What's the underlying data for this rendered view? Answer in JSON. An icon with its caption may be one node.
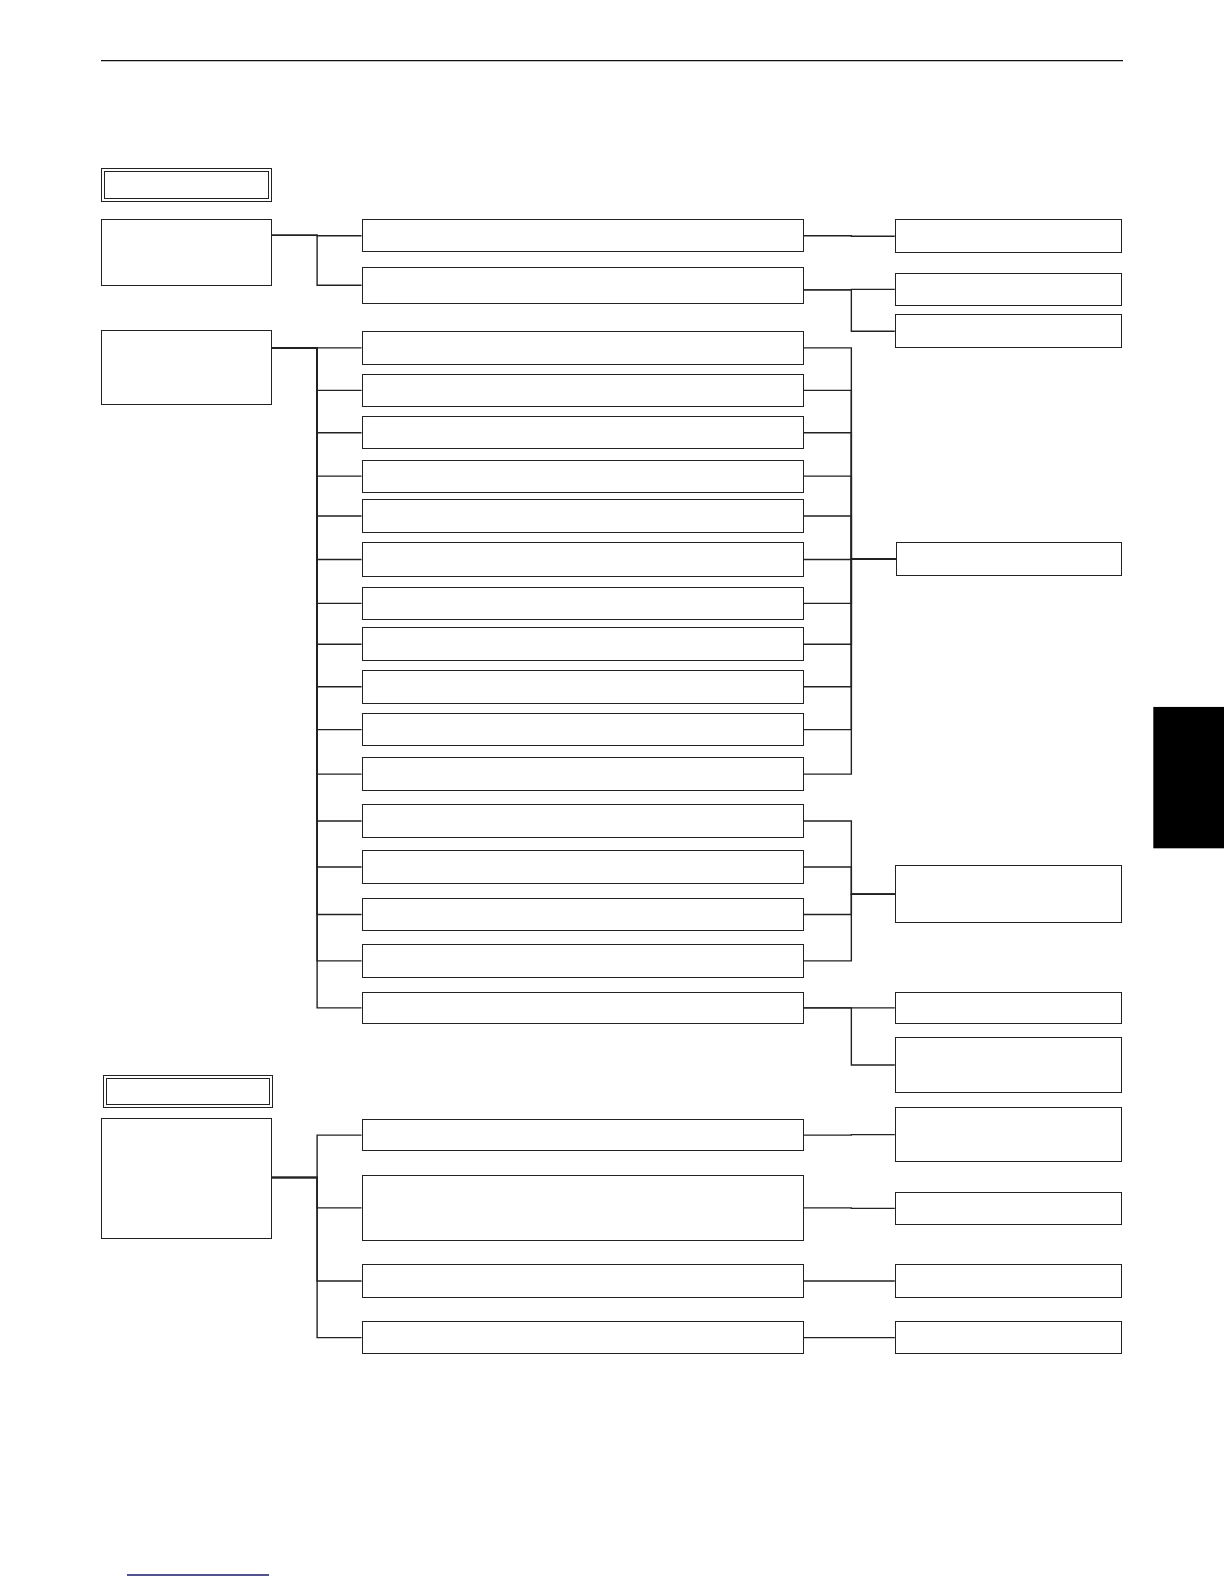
{
  "diagram": {
    "nodes": [
      {
        "text": [],
        "shape": "box"
      },
      {
        "text": [],
        "shape": "box"
      },
      {
        "text": [],
        "shape": "box"
      },
      {
        "text": [],
        "shape": "box"
      },
      {
        "text": [],
        "shape": "box"
      },
      {
        "text": [],
        "shape": "box"
      },
      {
        "text": [],
        "shape": "box"
      },
      {
        "text": [],
        "shape": "box"
      },
      {
        "text": [],
        "shape": "box"
      },
      {
        "text": [],
        "shape": "box"
      },
      {
        "text": [],
        "shape": "box"
      },
      {
        "text": [],
        "shape": "box"
      },
      {
        "text": [],
        "shape": "box"
      },
      {
        "text": [],
        "shape": "box"
      },
      {
        "text": [],
        "shape": "box"
      },
      {
        "text": [],
        "shape": "box"
      },
      {
        "text": [],
        "shape": "box"
      },
      {
        "text": [],
        "shape": "box"
      },
      {
        "text": [],
        "shape": "box"
      },
      {
        "text": [],
        "shape": "box"
      },
      {
        "text": [],
        "shape": "box"
      },
      {
        "text": [],
        "shape": "box"
      },
      {
        "text": [],
        "shape": "box"
      },
      {
        "text": [],
        "shape": "box"
      },
      {
        "text": [],
        "shape": "box"
      },
      {
        "text": [],
        "shape": "box"
      },
      {
        "text": [],
        "shape": "box"
      },
      {
        "text": [],
        "shape": "box"
      },
      {
        "text": [],
        "shape": "box"
      },
      {
        "text": [],
        "shape": "box"
      },
      {
        "text": [],
        "shape": "box"
      },
      {
        "text": [],
        "shape": "box"
      },
      {
        "text": [],
        "shape": "box"
      },
      {
        "text": [],
        "shape": "box"
      },
      {
        "text": [],
        "shape": "box"
      },
      {
        "text": [],
        "shape": "box"
      },
      {
        "text": [],
        "shape": "box"
      },
      {
        "text": [],
        "shape": "box"
      }
    ],
    "edges": [
      {
        "from": 1,
        "to": 2,
        "arrow": "none"
      },
      {
        "from": 1,
        "to": 4,
        "arrow": "none"
      },
      {
        "from": 2,
        "to": 3,
        "arrow": "none"
      },
      {
        "from": 4,
        "to": 5,
        "arrow": "none"
      },
      {
        "from": 4,
        "to": 6,
        "arrow": "none"
      },
      {
        "from": 7,
        "to": 8,
        "arrow": "none"
      },
      {
        "from": 7,
        "to": 9,
        "arrow": "none"
      },
      {
        "from": 7,
        "to": 10,
        "arrow": "none"
      },
      {
        "from": 7,
        "to": 11,
        "arrow": "none"
      },
      {
        "from": 7,
        "to": 12,
        "arrow": "none"
      },
      {
        "from": 7,
        "to": 13,
        "arrow": "none"
      },
      {
        "from": 7,
        "to": 14,
        "arrow": "none"
      },
      {
        "from": 7,
        "to": 15,
        "arrow": "none"
      },
      {
        "from": 7,
        "to": 16,
        "arrow": "none"
      },
      {
        "from": 7,
        "to": 17,
        "arrow": "none"
      },
      {
        "from": 7,
        "to": 18,
        "arrow": "none"
      },
      {
        "from": 7,
        "to": 19,
        "arrow": "none"
      },
      {
        "from": 7,
        "to": 20,
        "arrow": "none"
      },
      {
        "from": 7,
        "to": 21,
        "arrow": "none"
      },
      {
        "from": 7,
        "to": 22,
        "arrow": "none"
      },
      {
        "from": 7,
        "to": 23,
        "arrow": "none"
      },
      {
        "from": 8,
        "to": 24,
        "arrow": "none"
      },
      {
        "from": 9,
        "to": 24,
        "arrow": "none"
      },
      {
        "from": 10,
        "to": 24,
        "arrow": "none"
      },
      {
        "from": 11,
        "to": 24,
        "arrow": "none"
      },
      {
        "from": 12,
        "to": 24,
        "arrow": "none"
      },
      {
        "from": 13,
        "to": 24,
        "arrow": "none"
      },
      {
        "from": 14,
        "to": 24,
        "arrow": "none"
      },
      {
        "from": 15,
        "to": 24,
        "arrow": "none"
      },
      {
        "from": 16,
        "to": 24,
        "arrow": "none"
      },
      {
        "from": 17,
        "to": 24,
        "arrow": "none"
      },
      {
        "from": 18,
        "to": 24,
        "arrow": "none"
      },
      {
        "from": 19,
        "to": 25,
        "arrow": "none"
      },
      {
        "from": 20,
        "to": 25,
        "arrow": "none"
      },
      {
        "from": 21,
        "to": 25,
        "arrow": "none"
      },
      {
        "from": 22,
        "to": 25,
        "arrow": "none"
      },
      {
        "from": 23,
        "to": 26,
        "arrow": "none"
      },
      {
        "from": 23,
        "to": 27,
        "arrow": "none"
      },
      {
        "from": 29,
        "to": 30,
        "arrow": "none"
      },
      {
        "from": 29,
        "to": 32,
        "arrow": "none"
      },
      {
        "from": 29,
        "to": 34,
        "arrow": "none"
      },
      {
        "from": 29,
        "to": 36,
        "arrow": "none"
      },
      {
        "from": 30,
        "to": 31,
        "arrow": "none"
      },
      {
        "from": 32,
        "to": 33,
        "arrow": "none"
      },
      {
        "from": 34,
        "to": 35,
        "arrow": "none"
      },
      {
        "from": 36,
        "to": 37,
        "arrow": "none"
      }
    ]
  }
}
